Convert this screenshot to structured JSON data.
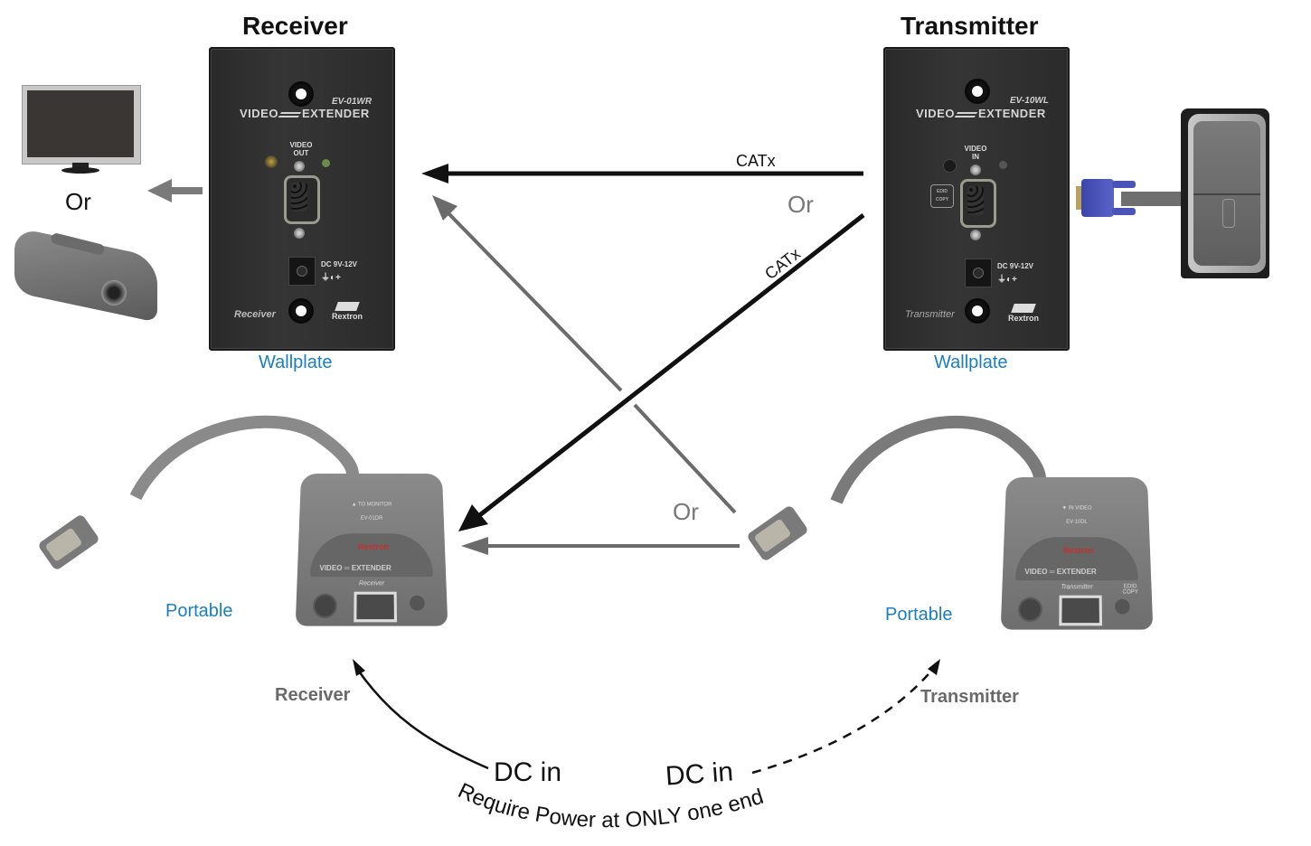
{
  "headings": {
    "receiver": "Receiver",
    "transmitter": "Transmitter"
  },
  "wallplates": {
    "receiver": {
      "model": "EV-01WR",
      "brand_left": "VIDEO",
      "brand_right": "EXTENDER",
      "port_label": "VIDEO\nOUT",
      "dc_label": "DC 9V-12V",
      "dc_symbol": "⏚◐+",
      "role": "Receiver",
      "maker": "Rextron",
      "caption": "Wallplate",
      "led_color": "#6d8a4d"
    },
    "transmitter": {
      "model": "EV-10WL",
      "brand_left": "VIDEO",
      "brand_right": "EXTENDER",
      "port_label": "VIDEO\nIN",
      "dc_label": "DC 9V-12V",
      "dc_symbol": "⏚◐+",
      "role": "Transmitter",
      "maker": "Rextron",
      "caption": "Wallplate",
      "edid_label": "EDID COPY",
      "led_color": "#555555"
    }
  },
  "portables": {
    "receiver": {
      "caption": "Portable",
      "direction": "▲ TO MONITOR",
      "model": "EV-01DR",
      "brand": "VIDEO ═ EXTENDER",
      "maker": "Rextron",
      "role": "Receiver"
    },
    "transmitter": {
      "caption": "Portable",
      "direction": "▼ IN VIDEO",
      "model": "EV-10DL",
      "brand": "VIDEO ═ EXTENDER",
      "maker": "Rextron",
      "role": "Transmitter",
      "edid_label": "EDID COPY"
    }
  },
  "devices": {
    "display_choice": "Or",
    "monitor": "monitor-icon",
    "projector": "projector-icon",
    "pc": "pc-tower-icon",
    "vga_plug": "vga-plug-icon"
  },
  "connections": {
    "catx_top": "CATx",
    "catx_diagonal": "CATx",
    "or_top": "Or",
    "or_bottom": "Or",
    "colors": {
      "primary": "#111111",
      "secondary": "#6b6b6b"
    }
  },
  "power": {
    "receiver_label": "Receiver",
    "transmitter_label": "Transmitter",
    "dc_in_left": "DC in",
    "dc_in_right": "DC in",
    "note": "Require Power at ONLY one end"
  },
  "colors": {
    "caption_blue": "#1a7fc1",
    "label_gray": "#6a6a6a"
  }
}
